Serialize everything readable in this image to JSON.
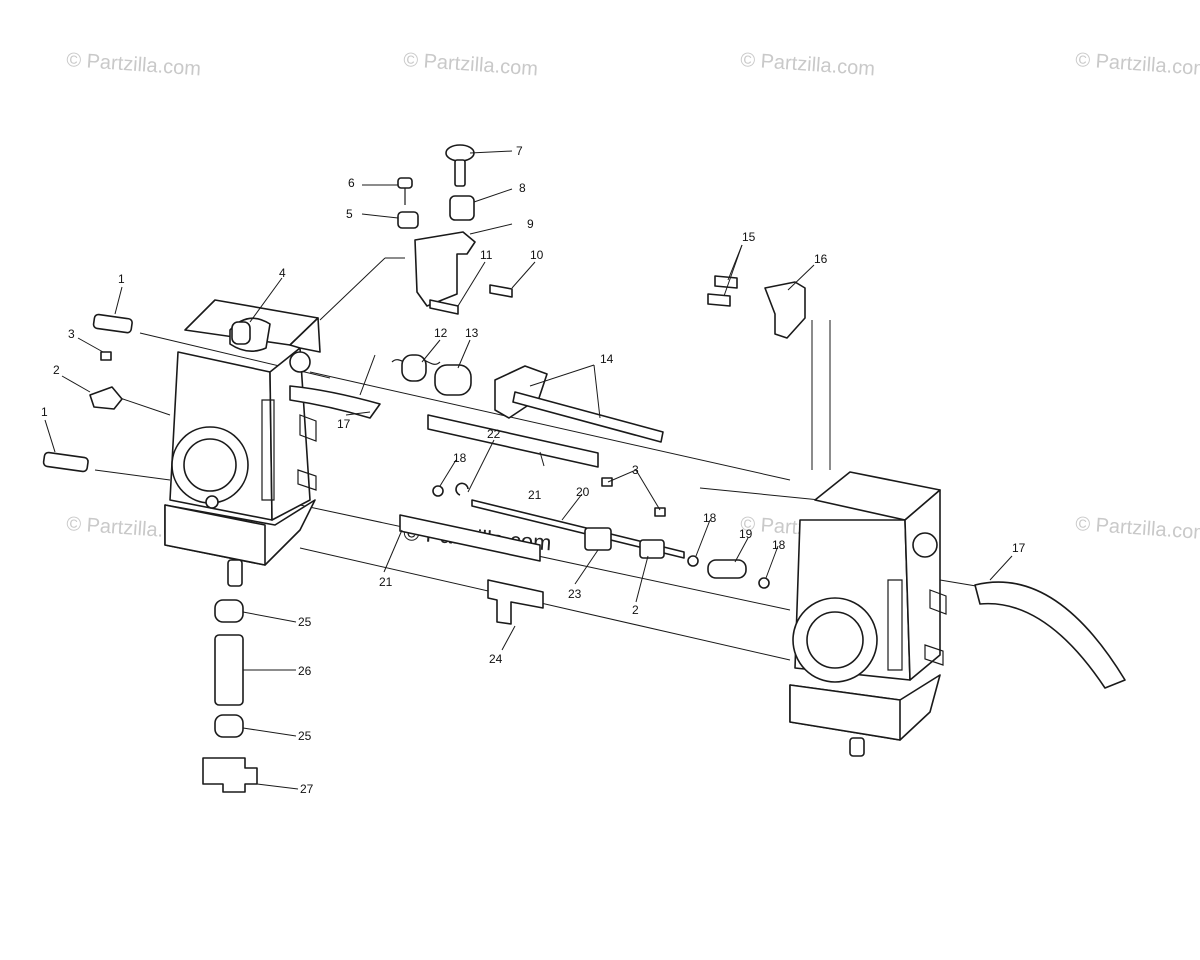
{
  "watermark": {
    "corner_text": "© Partzilla.com",
    "center_text": "© Partzilla.com"
  },
  "callouts": {
    "c1a": "1",
    "c1b": "1",
    "c2a": "2",
    "c2b": "2",
    "c3a": "3",
    "c3b": "3",
    "c4": "4",
    "c5": "5",
    "c6": "6",
    "c7": "7",
    "c8": "8",
    "c9": "9",
    "c10": "10",
    "c11": "11",
    "c12": "12",
    "c13": "13",
    "c14": "14",
    "c15": "15",
    "c16": "16",
    "c17a": "17",
    "c17b": "17",
    "c18a": "18",
    "c18b": "18",
    "c18c": "18",
    "c19": "19",
    "c20": "20",
    "c21a": "21",
    "c21b": "21",
    "c22": "22",
    "c23": "23",
    "c24": "24",
    "c25a": "25",
    "c25b": "25",
    "c26": "26",
    "c27": "27"
  },
  "colors": {
    "line": "#1a1a1a",
    "watermark": "#c9c9c9",
    "background": "#ffffff"
  }
}
